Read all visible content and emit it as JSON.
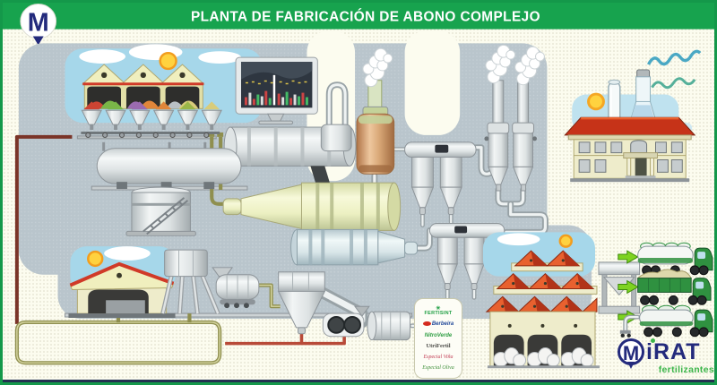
{
  "header": {
    "title": "PLANTA DE FABRICACIÓN DE ABONO COMPLEJO",
    "logo_letter": "M"
  },
  "brand_panel": {
    "star_icon": "✳",
    "brands": [
      {
        "name": "FERTISINT"
      },
      {
        "name": "Berbeira"
      },
      {
        "name": "NitroVerde"
      },
      {
        "name": "UtriFertil"
      },
      {
        "name": "Especial Viña"
      },
      {
        "name": "Especial Oliva"
      }
    ]
  },
  "footer_logo": {
    "wordmark_m": "M",
    "wordmark_rest": "iRAT",
    "tagline": "fertilizantes"
  },
  "colors": {
    "header_green": "#17a34e",
    "panel_grey": "#b9c5cc",
    "brand_navy": "#232a7c",
    "brand_green": "#3cb54a",
    "roof_red": "#c63318",
    "pipe_olive": "#8f8f4f",
    "pipe_red": "#b84a38"
  }
}
